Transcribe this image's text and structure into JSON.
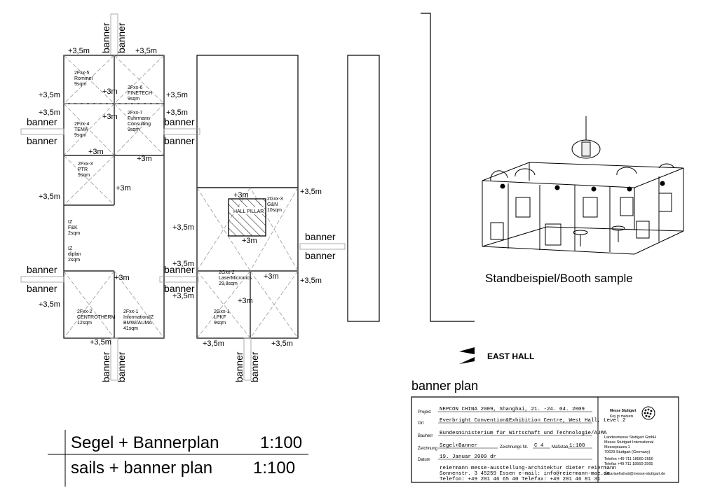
{
  "banner_word": "banner",
  "dim_35": "+3,5m",
  "dim_3": "+3m",
  "booths_left": [
    {
      "id": "2Fxx-5",
      "company": "Rommel",
      "size": "9sqm"
    },
    {
      "id": "2Fxx-6",
      "company": "FINETECH",
      "size": "9sqm"
    },
    {
      "id": "2Fxx-4",
      "company": "TEMA",
      "size": "9sqm"
    },
    {
      "id": "2Fxx-7",
      "company": "Fuhrmann",
      "company2": "Consulting",
      "size": "9sqm"
    },
    {
      "id": "2Fxx-3",
      "company": "PTR",
      "size": "9sqm"
    },
    {
      "id": "2Fxx-2",
      "company": "CENTROTHERM",
      "size": "12sqm"
    },
    {
      "id": "2Fxx-1",
      "company": "Information/IZ",
      "company2": "BMWi/AUMA",
      "size": "41sqm"
    }
  ],
  "iz_blocks": [
    {
      "id": "IZ",
      "company": "F&K",
      "size": "2sqm"
    },
    {
      "id": "IZ",
      "company": "diplan",
      "size": "2sqm"
    }
  ],
  "booths_mid": [
    {
      "id": "2Gxx-3",
      "company": "G&N",
      "size": "10sqm"
    },
    {
      "id": "2Gxx-2",
      "company": "LaserMicronics",
      "size": "29,8sqm"
    },
    {
      "id": "2Gxx-1",
      "company": "LPKF",
      "size": "9sqm"
    }
  ],
  "hall_pillar": "HALL PILLAR",
  "booth_sample_caption": "Standbeispiel/Booth sample",
  "east_hall": "EAST HALL",
  "banner_plan_label": "banner plan",
  "plan_title_de": "Segel + Bannerplan",
  "plan_title_en": "sails + banner plan",
  "plan_scale": "1:100",
  "title_block": {
    "projekt_label": "Projekt",
    "projekt": "NEPCON CHINA 2009, Shanghai, 21. -24. 04. 2009",
    "ort_label": "Ort",
    "ort": "Everbright Convention&Exhibition Centre, West Hall, Level 2",
    "bauherr_label": "Bauherr",
    "bauherr": "Bundesministerium für Wirtschaft und Technologie/AUMA",
    "zeichnung_label": "Zeichnung",
    "zeichnung": "Segel+Banner",
    "zeichnungs_nr_label": "Zeichnungs Nr.",
    "zeichnungs_nr": "C 4",
    "massstab_label": "Maßstab",
    "massstab": "1:100",
    "datum_label": "Datum",
    "datum": "19. Januar 2009 dr",
    "architect_line1": "reiermann messe-ausstellung-architektur dieter reiermann",
    "architect_line2": "Sonnenstr. 3 45259 Essen e-mail: info@reiermann-mae.de",
    "architect_line3": "Telefon: +49 201 46 65 40 Telefax: +49 201 46 81 31",
    "logo_line1": "Messe Stuttgart",
    "logo_line2": "Key to markets",
    "company_line1": "Landesmesse Stuttgart GmbH",
    "company_line2": "Messe Stuttgart International",
    "company_line3": "Messepiazza 1",
    "company_line4": "70629 Stuttgart (Germany)",
    "phone": "Telefon +49 711 18560-2550",
    "fax": "Telefax +49 711 18560-2565",
    "email": "zakariaefrahati@messe-stuttgart.de"
  }
}
